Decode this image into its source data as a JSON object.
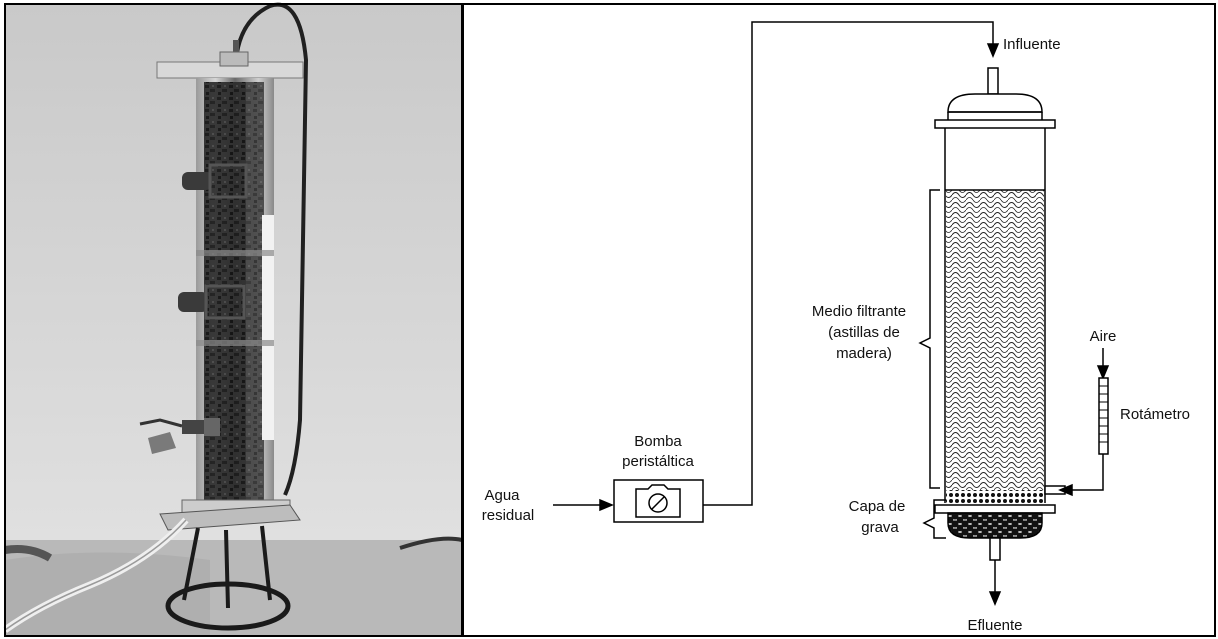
{
  "labels": {
    "influente": "Influente",
    "efluente": "Efluente",
    "bomba_line1": "Bomba",
    "bomba_line2": "peristáltica",
    "agua_line1": "Agua",
    "agua_line2": "residual",
    "medio_line1": "Medio filtrante",
    "medio_line2": "(astillas de",
    "medio_line3": "madera)",
    "aire": "Aire",
    "rotametro": "Rotámetro",
    "capa_line1": "Capa de",
    "capa_line2": "grava"
  },
  "pump_symbol": "⊘"
}
